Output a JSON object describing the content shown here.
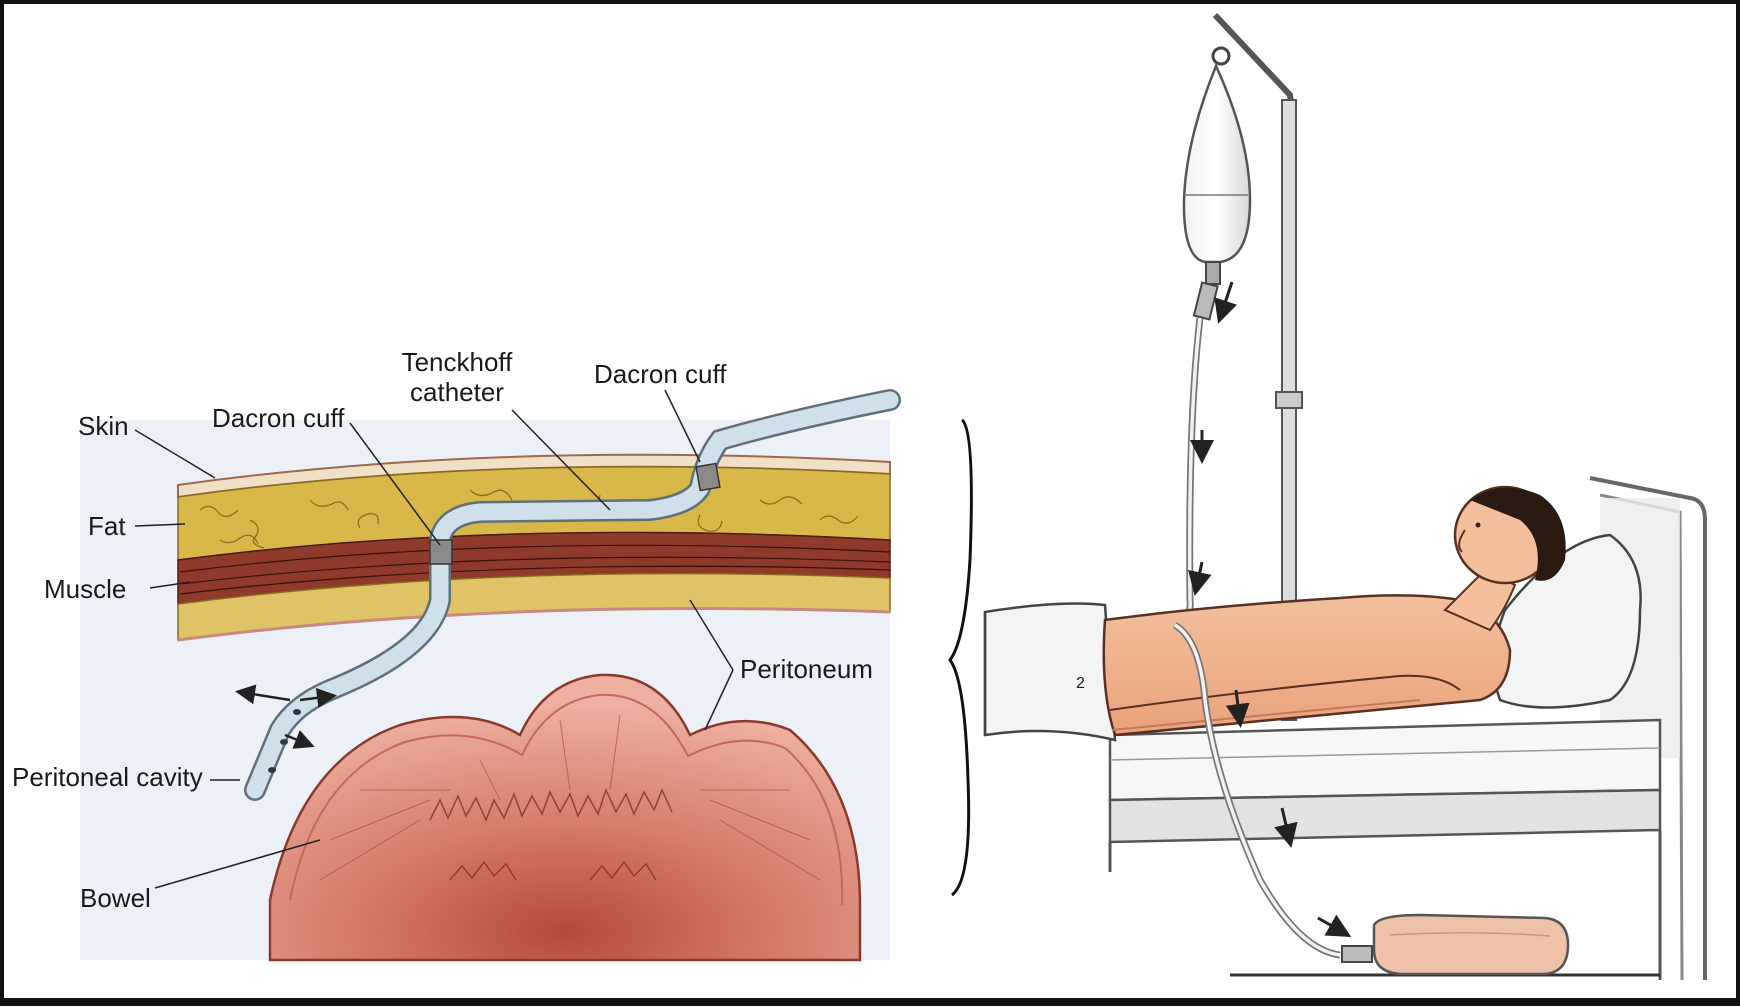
{
  "labels": {
    "skin": "Skin",
    "fat": "Fat",
    "muscle": "Muscle",
    "dacron_cuff_inner": "Dacron cuff",
    "tenckhoff_line1": "Tenckhoff",
    "tenckhoff_line2": "catheter",
    "dacron_cuff_outer": "Dacron cuff",
    "peritoneum": "Peritoneum",
    "peritoneal_cavity": "Peritoneal cavity",
    "bowel": "Bowel",
    "mattress_mark": "2"
  },
  "colors": {
    "skin_layer": "#f1e0c8",
    "fat_layer": "#d9b84a",
    "muscle_layer": "#8f3a2a",
    "cavity": "#eef0f7",
    "bowel_outer": "#e8a090",
    "bowel_inner": "#b85040",
    "catheter": "#cfe0ea",
    "patient_skin": "#f5b993",
    "bag_fill": "#eec2a8"
  },
  "icons": [
    "flow-arrow-icon",
    "iv-bag-icon",
    "drain-bag-icon",
    "bed-icon",
    "pillow-icon"
  ]
}
